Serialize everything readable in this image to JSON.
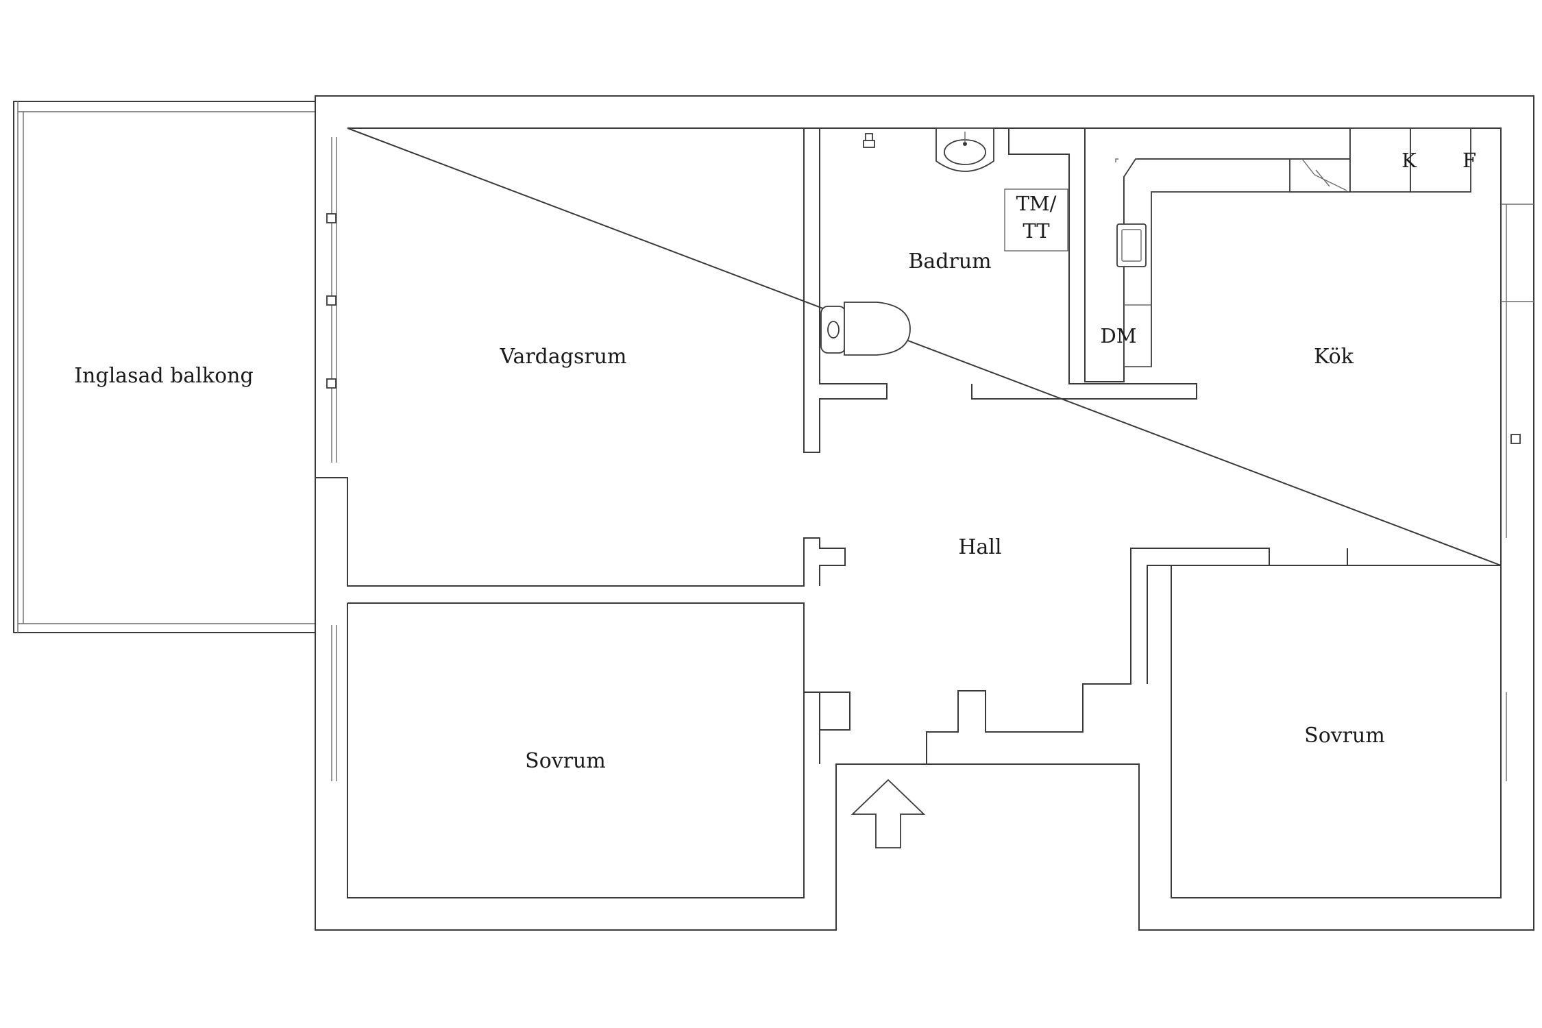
{
  "rooms": {
    "balcony": "Inglasad balkong",
    "living_room": "Vardagsrum",
    "bathroom": "Badrum",
    "washer_dryer_line1": "TM/",
    "washer_dryer_line2": "TT",
    "dishwasher": "DM",
    "fridge": "K",
    "freezer": "F",
    "kitchen": "Kök",
    "hall": "Hall",
    "bedroom_left": "Sovrum",
    "bedroom_right": "Sovrum"
  },
  "icons": {
    "entrance": "entrance-arrow-icon"
  }
}
